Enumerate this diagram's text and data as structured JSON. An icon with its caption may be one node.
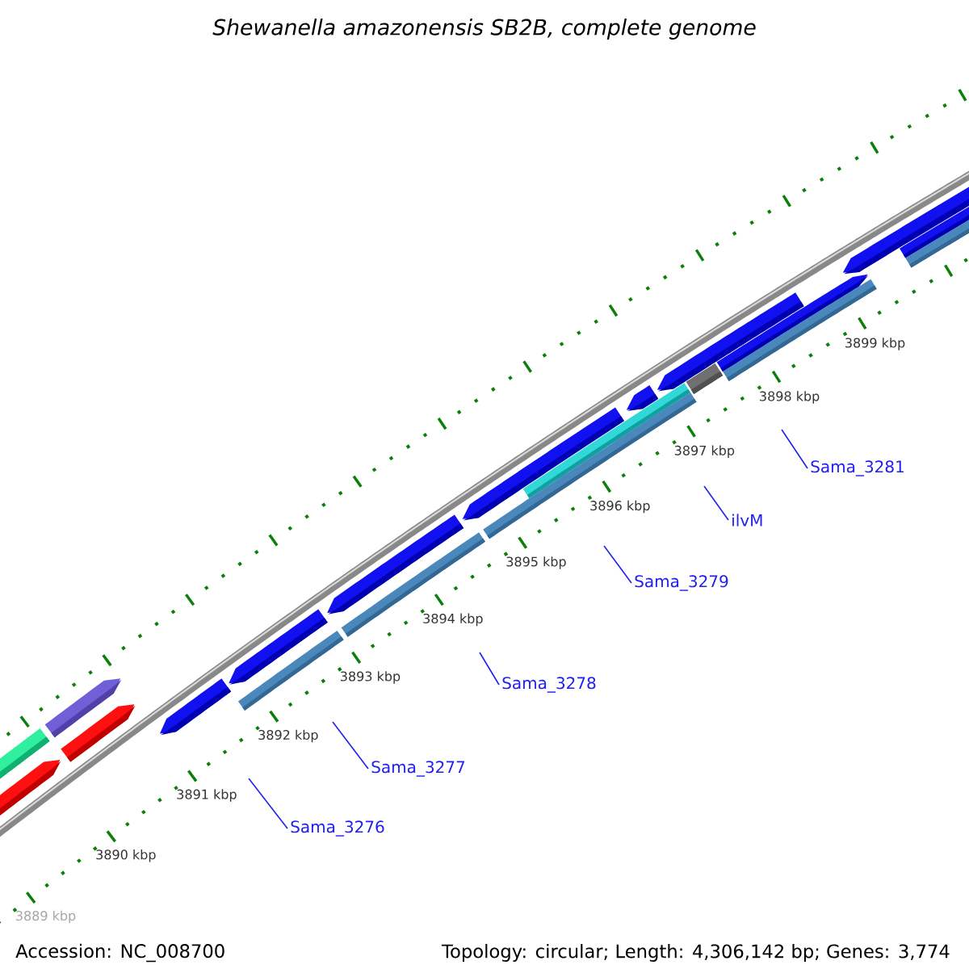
{
  "diagram": {
    "title": "Shewanella amazonensis SB2B, complete genome",
    "nodes": [
      {
        "text": [
          "Sama_3276"
        ]
      },
      {
        "text": [
          "Sama_3277"
        ]
      },
      {
        "text": [
          "Sama_3278"
        ]
      },
      {
        "text": [
          "Sama_3279"
        ]
      },
      {
        "text": [
          "ilvM"
        ]
      },
      {
        "text": [
          "Sama_3281"
        ]
      }
    ],
    "edges": [
      {
        "from": 0,
        "to": null,
        "arrow": "none"
      },
      {
        "from": 1,
        "to": null,
        "arrow": "none"
      },
      {
        "from": 2,
        "to": null,
        "arrow": "none"
      },
      {
        "from": 3,
        "to": null,
        "arrow": "none"
      },
      {
        "from": 4,
        "to": null,
        "arrow": "none"
      },
      {
        "from": 5,
        "to": null,
        "arrow": "none"
      }
    ],
    "labels": [
      "3889 kbp",
      "3890 kbp",
      "3891 kbp",
      "3892 kbp",
      "3893 kbp",
      "3894 kbp",
      "3895 kbp",
      "3896 kbp",
      "3897 kbp",
      "3898 kbp",
      "3899 kbp",
      "Accession: NC_008700",
      "Topology: circular; Length: 4,306,142 bp; Genes: 3,774"
    ]
  }
}
